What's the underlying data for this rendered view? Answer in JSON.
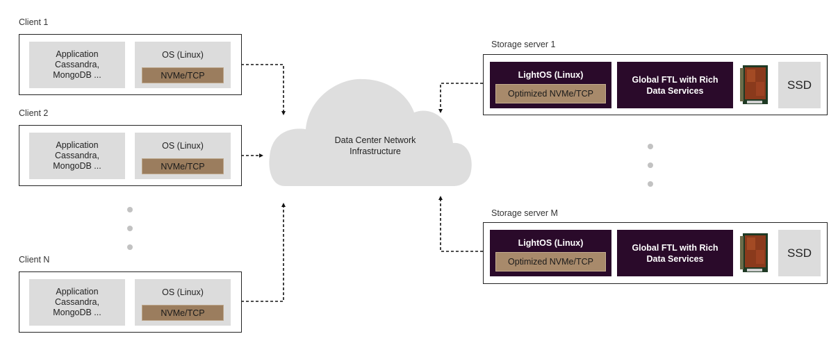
{
  "clients": [
    {
      "label": "Client 1",
      "app": {
        "line1": "Application",
        "line2": "Cassandra,",
        "line3": "MongoDB ..."
      },
      "os": {
        "title": "OS (Linux)",
        "protocol": "NVMe/TCP"
      }
    },
    {
      "label": "Client 2",
      "app": {
        "line1": "Application",
        "line2": "Cassandra,",
        "line3": "MongoDB ..."
      },
      "os": {
        "title": "OS (Linux)",
        "protocol": "NVMe/TCP"
      }
    },
    {
      "label": "Client N",
      "app": {
        "line1": "Application",
        "line2": "Cassandra,",
        "line3": "MongoDB ..."
      },
      "os": {
        "title": "OS (Linux)",
        "protocol": "NVMe/TCP"
      }
    }
  ],
  "network": {
    "line1": "Data Center Network",
    "line2": "Infrastructure"
  },
  "servers": [
    {
      "label": "Storage server 1",
      "os": {
        "title": "LightOS (Linux)",
        "protocol": "Optimized NVMe/TCP"
      },
      "ftl": {
        "line1": "Global FTL with Rich",
        "line2": "Data Services"
      },
      "card_icon": "pcie-card-icon",
      "ssd": "SSD"
    },
    {
      "label": "Storage server  M",
      "os": {
        "title": "LightOS (Linux)",
        "protocol": "Optimized NVMe/TCP"
      },
      "ftl": {
        "line1": "Global FTL with Rich",
        "line2": "Data Services"
      },
      "card_icon": "pcie-card-icon",
      "ssd": "SSD"
    }
  ],
  "colors": {
    "frame": "#222222",
    "grey_box": "#dcdcdc",
    "protocol_bar": "#9b7d5e",
    "dark_box": "#2a0a2a",
    "cloud": "#dedede",
    "ellipsis_dot": "#c2c2c2"
  }
}
